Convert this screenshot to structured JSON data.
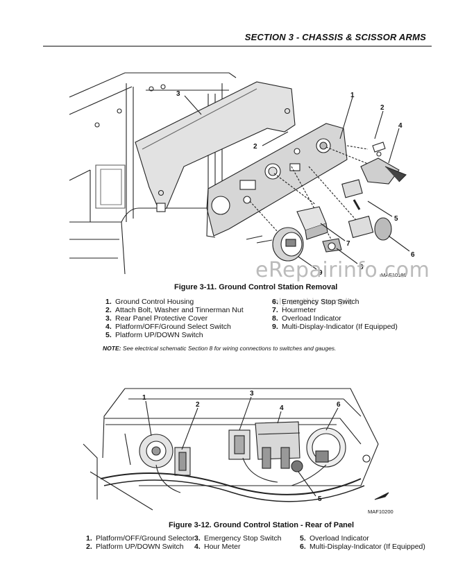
{
  "header": {
    "section": "SECTION 3 - CHASSIS & SCISSOR ARMS"
  },
  "figure1": {
    "caption": "Figure 3-11.  Ground Control Station Removal",
    "code": "MAF10190",
    "callouts": [
      "1",
      "2",
      "3",
      "4",
      "5",
      "6",
      "7",
      "8",
      "9",
      "2"
    ],
    "legend_left": [
      {
        "num": "1.",
        "text": "Ground Control Housing"
      },
      {
        "num": "2.",
        "text": "Attach Bolt, Washer and Tinnerman Nut"
      },
      {
        "num": "3.",
        "text": "Rear Panel Protective Cover"
      },
      {
        "num": "4.",
        "text": "Platform/OFF/Ground Select Switch"
      },
      {
        "num": "5.",
        "text": "Platform UP/DOWN Switch"
      }
    ],
    "legend_right": [
      {
        "num": "6.",
        "text": "Emergency Stop Switch"
      },
      {
        "num": "7.",
        "text": "Hourmeter"
      },
      {
        "num": "8.",
        "text": "Overload Indicator"
      },
      {
        "num": "9.",
        "text": "Multi-Display-Indicator (If Equipped)"
      }
    ],
    "note_label": "NOTE:",
    "note_text": "See electrical schematic Section 8 for wiring connections to switches and gauges."
  },
  "watermark": {
    "main": "eRepairinfo.com",
    "sub": "nly on this sample"
  },
  "figure2": {
    "caption": "Figure 3-12.  Ground Control Station - Rear of Panel",
    "code": "MAF10200",
    "callouts": [
      "1",
      "2",
      "3",
      "4",
      "5",
      "6"
    ],
    "legend_col1": [
      {
        "num": "1.",
        "text": "Platform/OFF/Ground Selector"
      },
      {
        "num": "2.",
        "text": "Platform UP/DOWN Switch"
      }
    ],
    "legend_col2": [
      {
        "num": "3.",
        "text": "Emergency Stop Switch"
      },
      {
        "num": "4.",
        "text": "Hour Meter"
      }
    ],
    "legend_col3": [
      {
        "num": "5.",
        "text": "Overload Indicator"
      },
      {
        "num": "6.",
        "text": "Multi-Display-Indicator (If Equipped)"
      }
    ]
  }
}
